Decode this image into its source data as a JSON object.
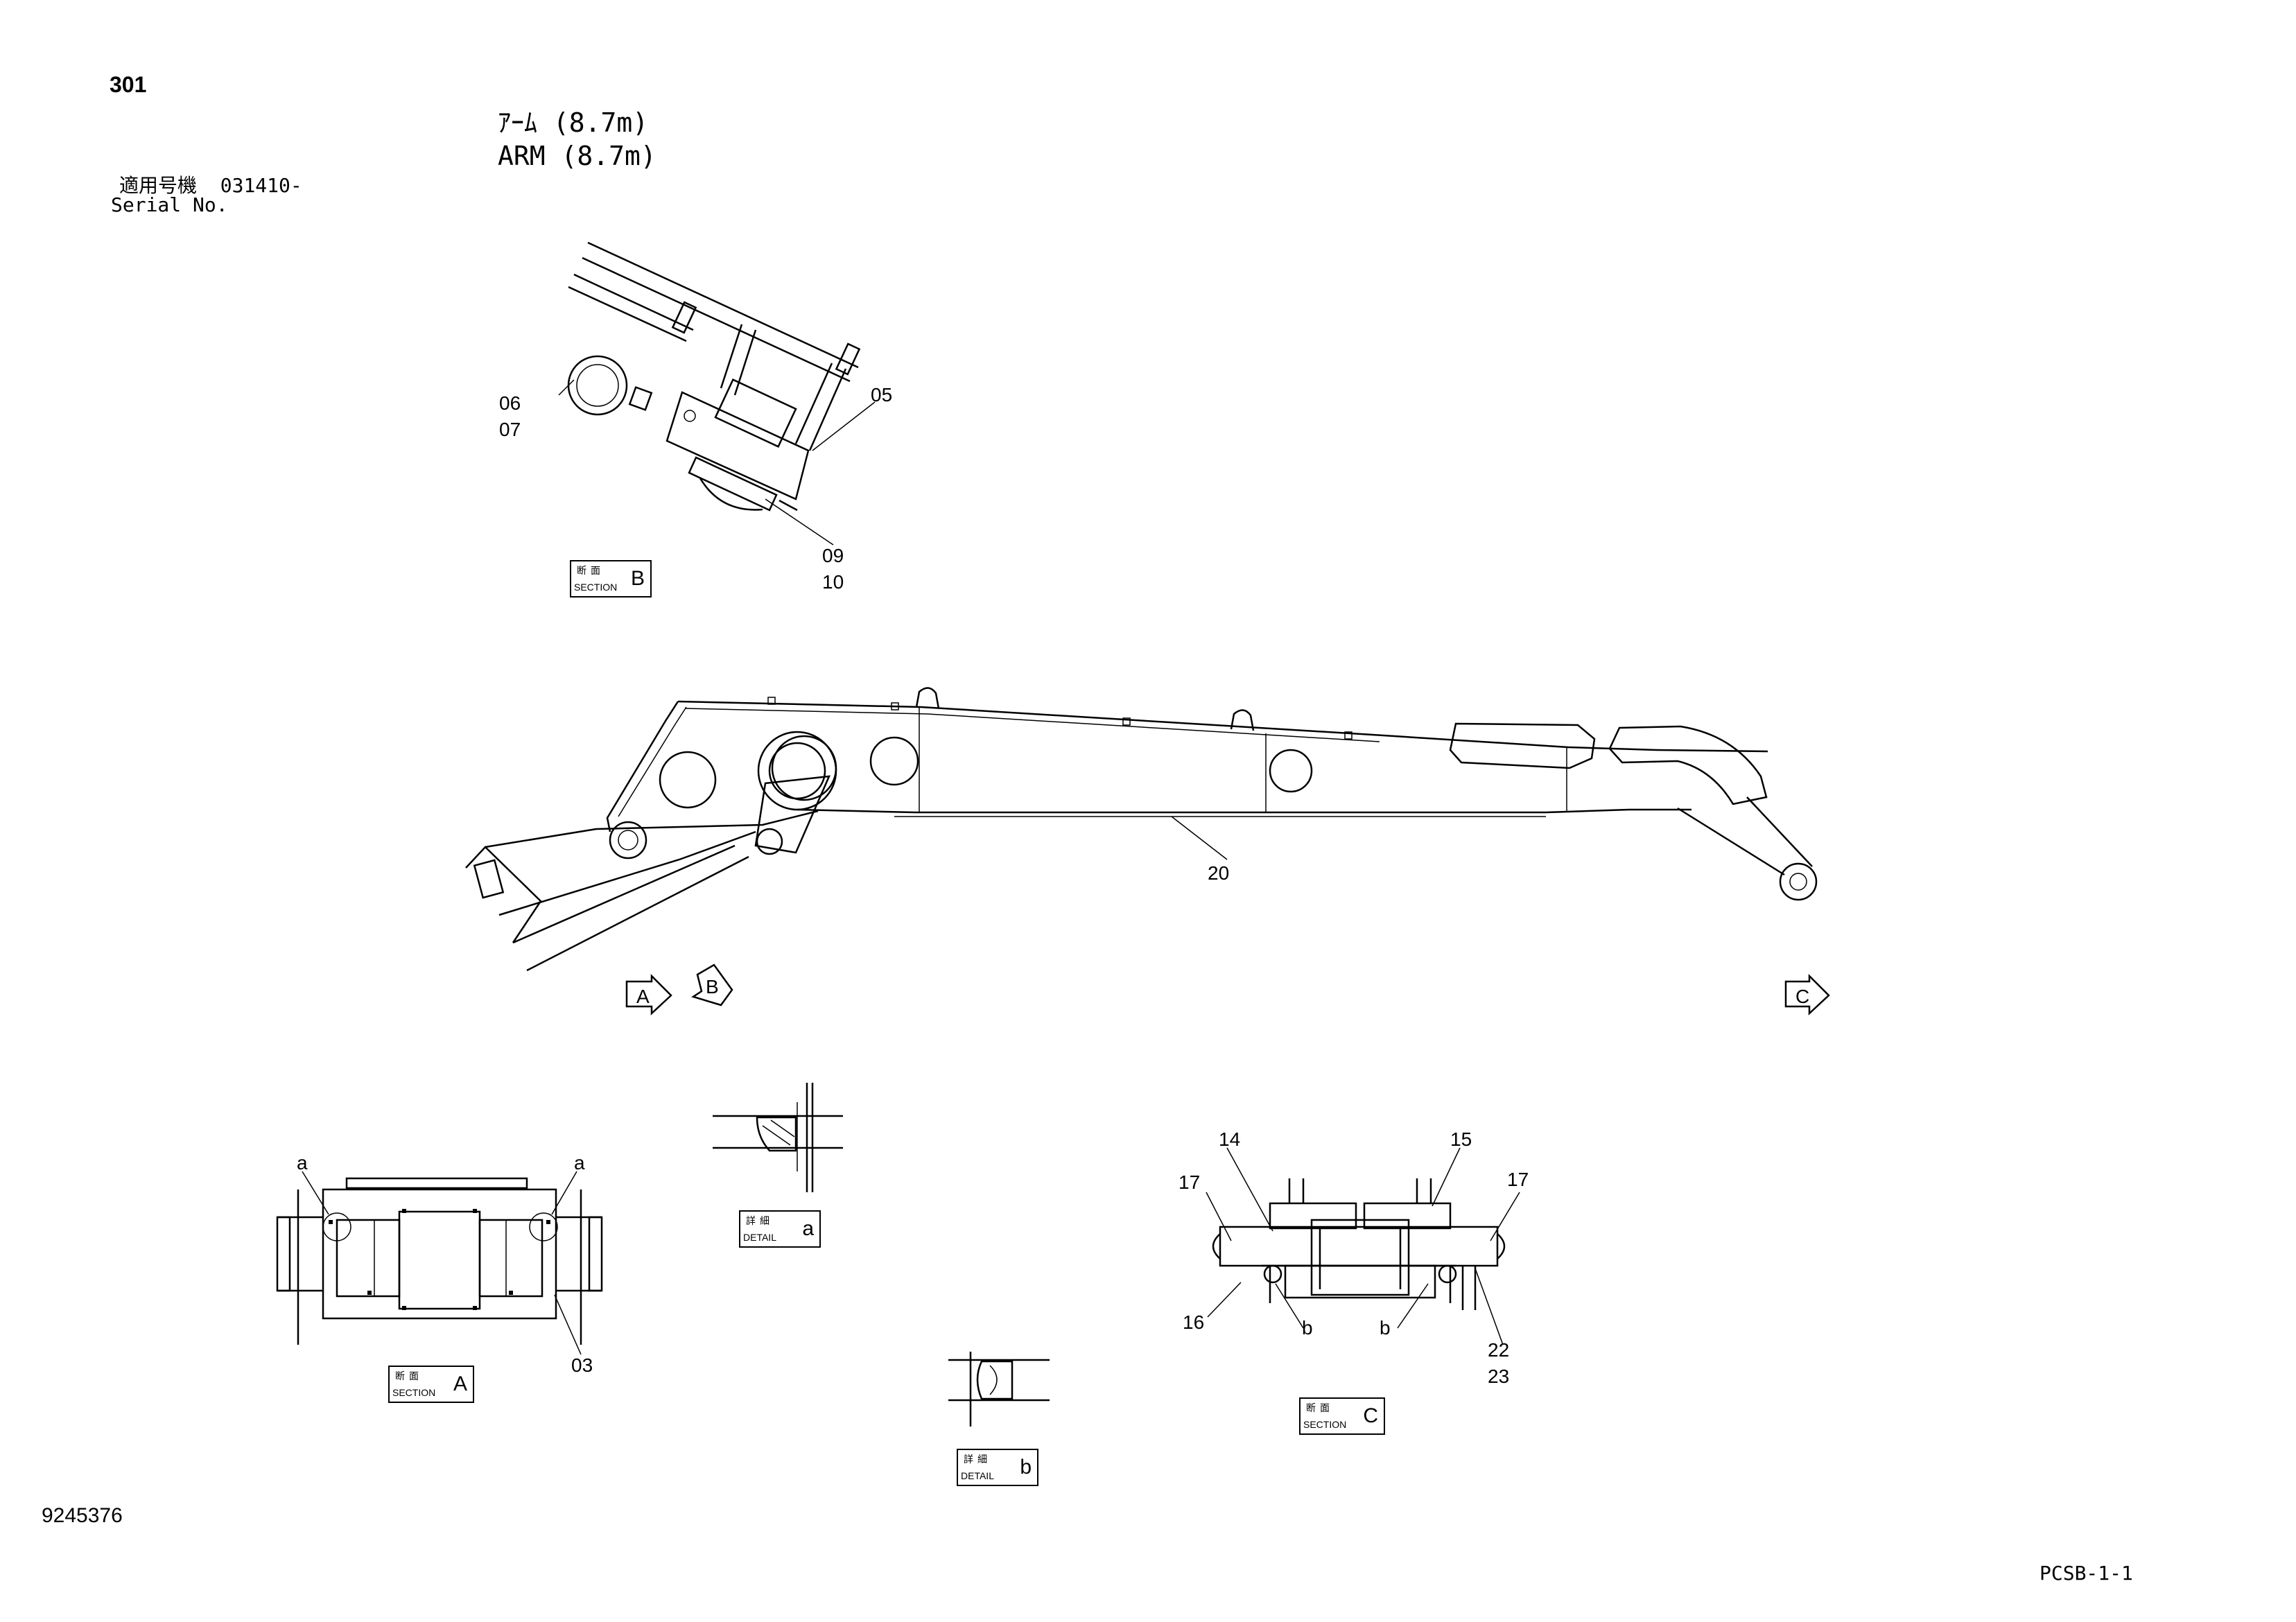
{
  "header": {
    "page_number": "301",
    "title_jp": "ｱｰﾑ (8.7m)",
    "title_en": "ARM (8.7m)",
    "serial_label_jp": "適用号機",
    "serial_value": "031410-",
    "serial_label_en": "Serial No."
  },
  "footer": {
    "drawing_number": "9245376",
    "sheet_code": "PCSB-1-1"
  },
  "callouts": {
    "c05": "05",
    "c06": "06",
    "c07": "07",
    "c09": "09",
    "c10": "10",
    "c20": "20",
    "c03": "03",
    "a_left": "a",
    "a_right": "a",
    "c14": "14",
    "c15": "15",
    "c17_left": "17",
    "c17_right": "17",
    "c16": "16",
    "b_left": "b",
    "b_right": "b",
    "c22": "22",
    "c23": "23"
  },
  "view_markers": {
    "a": "A",
    "b": "B",
    "c": "C"
  },
  "labels": {
    "section_b": {
      "jp": "断面",
      "en": "SECTION",
      "letter": "B"
    },
    "section_a": {
      "jp": "断面",
      "en": "SECTION",
      "letter": "A"
    },
    "section_c": {
      "jp": "断面",
      "en": "SECTION",
      "letter": "C"
    },
    "detail_a": {
      "jp": "詳細",
      "en": "DETAIL",
      "letter": "a"
    },
    "detail_b": {
      "jp": "詳細",
      "en": "DETAIL",
      "letter": "b"
    }
  }
}
